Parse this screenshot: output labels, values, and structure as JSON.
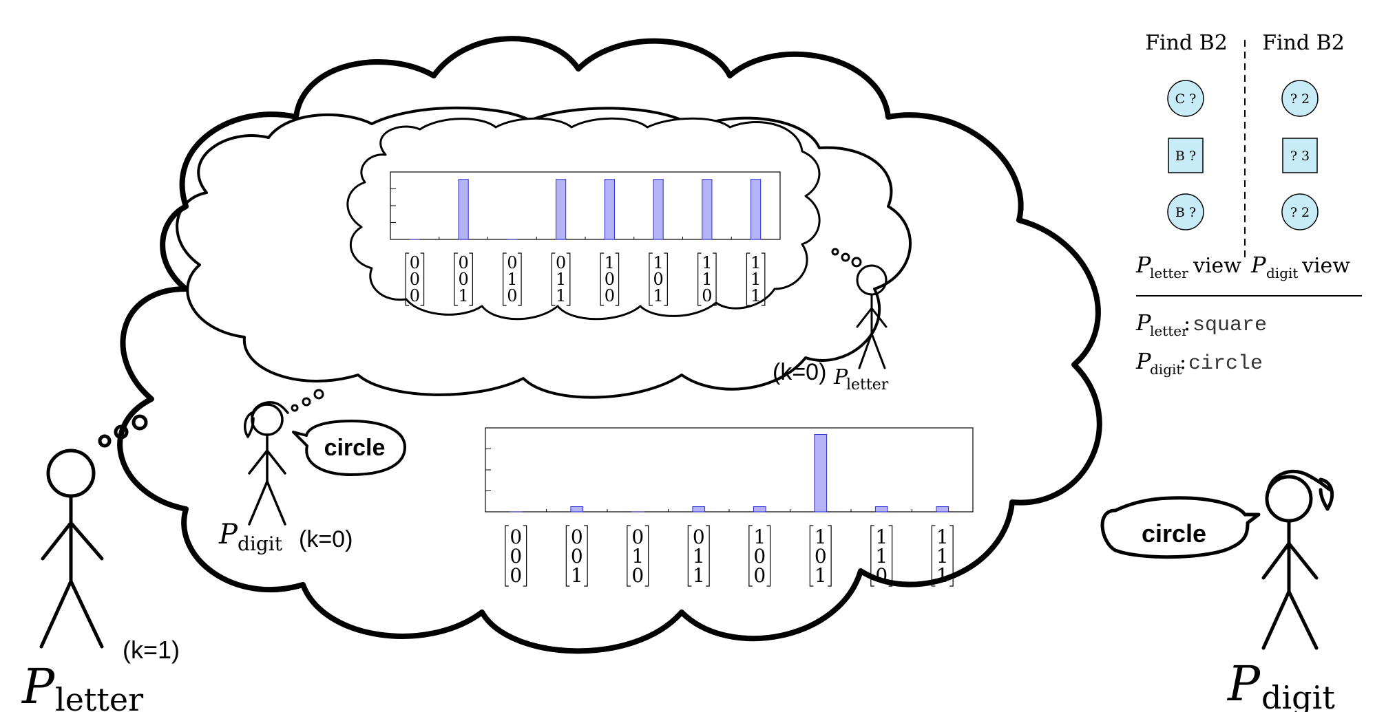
{
  "colors": {
    "ink": "#000000",
    "bar": "#b3b3f5",
    "bar_edge": "#2b2bd6",
    "token": "#c7ecf7"
  },
  "agents": {
    "outer_letter": {
      "P": "P",
      "sub": "letter",
      "k": "(k=1)"
    },
    "outer_digit": {
      "P": "P",
      "sub": "digit",
      "speech": "circle"
    },
    "inner_digit": {
      "P": "P",
      "sub": "digit",
      "k": "(k=0)",
      "speech": "circle"
    },
    "inner_letter": {
      "P": "P",
      "sub": "letter",
      "k": "(k=0)"
    }
  },
  "vectors": [
    [
      "0",
      "0",
      "0"
    ],
    [
      "0",
      "0",
      "1"
    ],
    [
      "0",
      "1",
      "0"
    ],
    [
      "0",
      "1",
      "1"
    ],
    [
      "1",
      "0",
      "0"
    ],
    [
      "1",
      "0",
      "1"
    ],
    [
      "1",
      "1",
      "0"
    ],
    [
      "1",
      "1",
      "1"
    ]
  ],
  "chart_data": [
    {
      "type": "bar",
      "categories": [
        "[0,0,0]",
        "[0,0,1]",
        "[0,1,0]",
        "[0,1,1]",
        "[1,0,0]",
        "[1,0,1]",
        "[1,1,0]",
        "[1,1,1]"
      ],
      "values": [
        0,
        0.2,
        0,
        0.2,
        0.2,
        0.2,
        0.2,
        0.2
      ],
      "ylim": [
        0,
        0.22
      ],
      "title": "",
      "xlabel": "",
      "ylabel": ""
    },
    {
      "type": "bar",
      "categories": [
        "[0,0,0]",
        "[0,0,1]",
        "[0,1,0]",
        "[0,1,1]",
        "[1,0,0]",
        "[1,0,1]",
        "[1,1,0]",
        "[1,1,1]"
      ],
      "values": [
        0,
        0.05,
        0,
        0.05,
        0.05,
        0.75,
        0.05,
        0.05
      ],
      "ylim": [
        0,
        0.8
      ],
      "title": "",
      "xlabel": "",
      "ylabel": ""
    }
  ],
  "game": {
    "left_header": "Find B2",
    "right_header": "Find B2",
    "left_tokens": [
      {
        "shape": "circle",
        "label": "C ?"
      },
      {
        "shape": "square",
        "label": "B ?"
      },
      {
        "shape": "circle",
        "label": "B ?"
      }
    ],
    "right_tokens": [
      {
        "shape": "circle",
        "label": "? 2"
      },
      {
        "shape": "square",
        "label": "? 3"
      },
      {
        "shape": "circle",
        "label": "? 2"
      }
    ],
    "left_view": {
      "P": "P",
      "sub": "letter",
      "suffix": "view"
    },
    "right_view": {
      "P": "P",
      "sub": "digit",
      "suffix": "view"
    },
    "assign_letter": {
      "P": "P",
      "sub": "letter",
      "value": "square"
    },
    "assign_digit": {
      "P": "P",
      "sub": "digit",
      "value": "circle"
    }
  }
}
